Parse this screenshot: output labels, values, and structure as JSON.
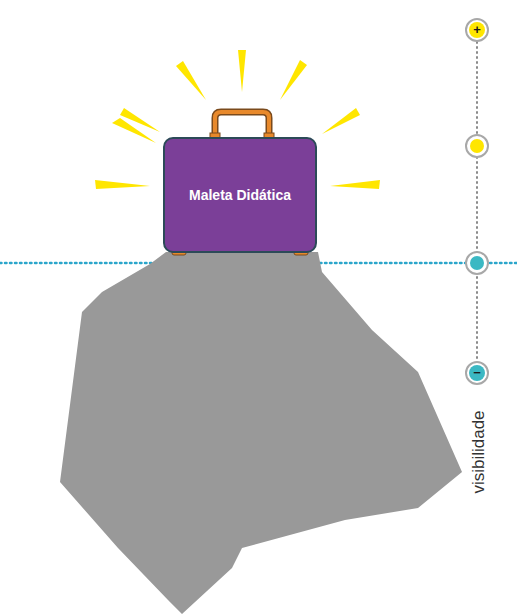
{
  "diagram": {
    "nodes": [
      {
        "text": [
          "Maleta Didática"
        ]
      },
      {
        "text": [
          "+"
        ]
      },
      {
        "text": [
          "−"
        ]
      }
    ],
    "edges": [
      {
        "from": 1,
        "to": 2,
        "arrow": "none"
      }
    ],
    "labels": [
      "visibilidade"
    ]
  }
}
